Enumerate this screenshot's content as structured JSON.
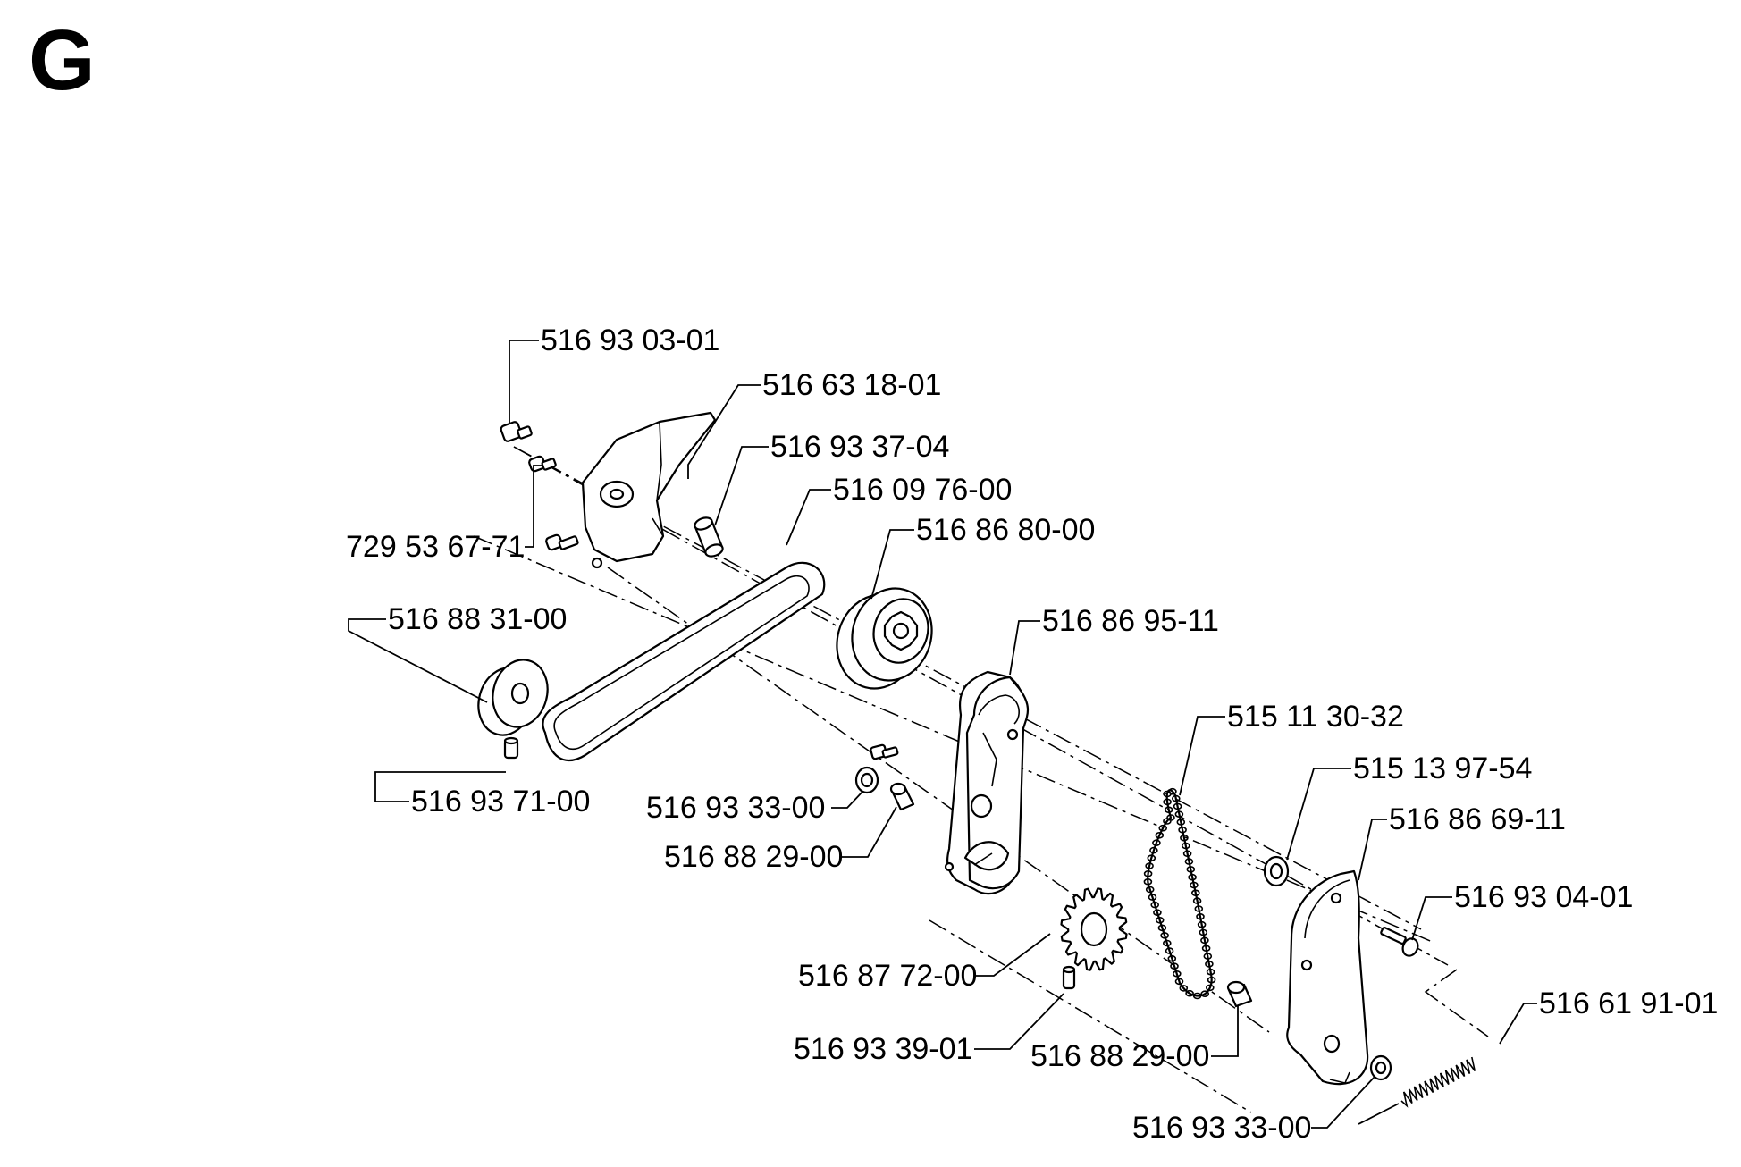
{
  "section": "G",
  "parts": [
    {
      "id": "p1",
      "number": "516 93 03-01"
    },
    {
      "id": "p2",
      "number": "516 63 18-01"
    },
    {
      "id": "p3",
      "number": "516 93 37-04"
    },
    {
      "id": "p4",
      "number": "516 09 76-00"
    },
    {
      "id": "p5",
      "number": "729 53 67-71"
    },
    {
      "id": "p6",
      "number": "516 86 80-00"
    },
    {
      "id": "p7",
      "number": "516 88 31-00"
    },
    {
      "id": "p8",
      "number": "516 86 95-11"
    },
    {
      "id": "p9",
      "number": "516 93 71-00"
    },
    {
      "id": "p10",
      "number": "515 11 30-32"
    },
    {
      "id": "p11",
      "number": "515 13 97-54"
    },
    {
      "id": "p12",
      "number": "516 93 33-00"
    },
    {
      "id": "p13",
      "number": "516 86 69-11"
    },
    {
      "id": "p14",
      "number": "516 88 29-00"
    },
    {
      "id": "p15",
      "number": "516 93 04-01"
    },
    {
      "id": "p16",
      "number": "516 87 72-00"
    },
    {
      "id": "p17",
      "number": "516 61 91-01"
    },
    {
      "id": "p18",
      "number": "516 93 39-01"
    },
    {
      "id": "p19",
      "number": "516 88 29-00"
    },
    {
      "id": "p20",
      "number": "516 93 33-00"
    }
  ]
}
